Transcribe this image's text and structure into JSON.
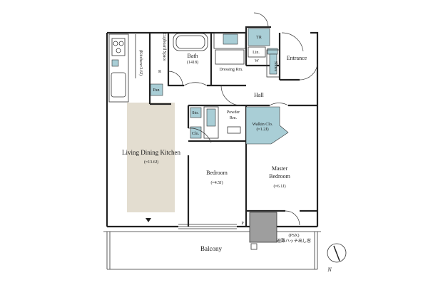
{
  "rooms": {
    "living": "Living Dining Kitchen",
    "living_area": "(≈13.6J)",
    "kitchen": "(Kitchen≈3.6J)",
    "bath": "Bath",
    "bath_size": "(1418)",
    "dressing": "Dressing Rm.",
    "entrance": "Entrance",
    "hall": "Hall",
    "powder": "Powder",
    "powder2": "Rm.",
    "walkin": "Walkin Clo.",
    "walkin_area": "(≈1.2J)",
    "bedroom": "Bedroom",
    "bedroom_area": "(≈4.5J)",
    "master1": "Master",
    "master2": "Bedroom",
    "master_area": "(≈6.1J)",
    "balcony": "Balcony"
  },
  "labels": {
    "cupboard": "Cupboard Space",
    "tr": "TR",
    "lin": "Lin.",
    "shoes": "Shoes",
    "w": "W",
    "r": "R",
    "pan": "Pan",
    "sto": "Sto.",
    "clo": "Clo.",
    "p": "P",
    "psx": "(PSX)",
    "escape": "避難ハッチ出し窓",
    "north": "N"
  },
  "colors": {
    "wall": "#222222",
    "fixture_blue": "#a9ced6",
    "dining_beige": "#e3ddd0"
  }
}
